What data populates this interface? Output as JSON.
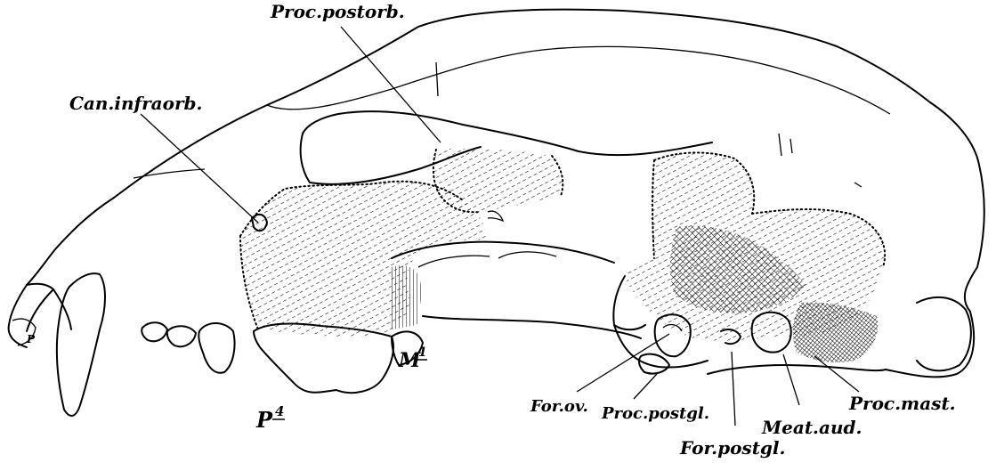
{
  "labels": {
    "proc_postorb": "Proc.postorb.",
    "can_infraorb": "Can.infraorb.",
    "m1": "M",
    "m1_sup": "1",
    "p4": "P",
    "p4_sup": "4",
    "p_small": "P",
    "for_ov": "For.ov.",
    "proc_postgl": "Proc.postgl.",
    "for_postgl": "For.postgl.",
    "meat_aud": "Meat.aud.",
    "proc_mast": "Proc.mast."
  }
}
